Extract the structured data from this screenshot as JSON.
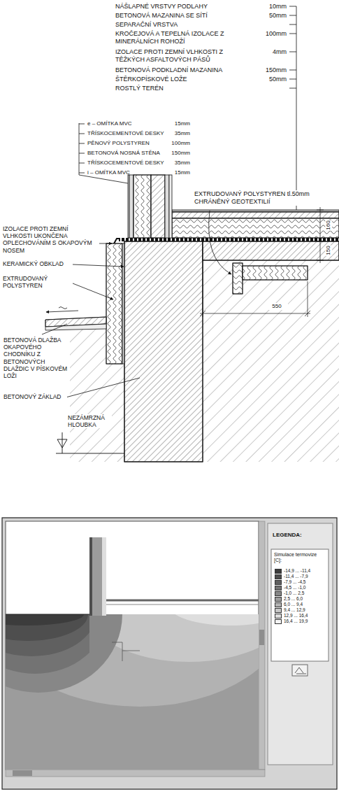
{
  "diagram": {
    "labels": [
      "NÁŠLAPNÉ VRSTVY PODLAHY",
      "10mm",
      "BETONOVÁ MAZANINA SE SÍTÍ",
      "50mm",
      "SEPARAČNÍ VRSTVA",
      "KROČEJOVÁ A TEPELNÁ IZOLACE Z MINERÁLNÍCH ROHOŽÍ",
      "100mm",
      "IZOLACE PROTI ZEMNÍ VLHKOSTI Z TĚŽKÝCH ASFALTOVÝCH PÁSŮ",
      "4mm",
      "BETONOVÁ PODKLADNÍ MAZANINA",
      "150mm",
      "ŠTĚRKOPÍSKOVÉ LOŽE",
      "50mm",
      "ROSTLÝ TERÉN",
      "e – OMÍTKA MVC",
      "15mm",
      "TŘÍSKOCEMENTOVÉ DESKY",
      "35mm",
      "PĚNOVÝ POLYSTYREN",
      "100mm",
      "BETONOVÁ NOSNÁ STĚNA",
      "150mm",
      "TŘÍSKOCEMENTOVÉ DESKY",
      "35mm",
      "i – OMÍTKA MVC",
      "15mm",
      "EXTRUDOVANÝ POLYSTYREN tl.50mm CHRÁNĚNÝ GEOTEXTILIÍ",
      "160",
      "150",
      "550",
      "IZOLACE PROTI ZEMNÍ VLHKOSTI UKONČENA OPLECHOVÁNÍM S OKAPOVÝM NOSEM",
      "KERAMICKÝ OBKLAD",
      "EXTRUDOVANÝ POLYSTYREN",
      "BETONOVÁ DLAŽBA OKAPOVÉHO CHODNÍKU Z BETONOVÝCH DLAŽDIC V PÍSKOVÉM LOŽI",
      "BETONOVÝ ZÁKLAD",
      "NEZÁMRZNÁ HLOUBKA",
      "LEGENDA:",
      "Simulace termovize [C]:"
    ],
    "legend": [
      {
        "text": "-14,9 ... -11,4",
        "color": "#3c3c3c"
      },
      {
        "text": "-11,4 ... -7,9",
        "color": "#4e4e4e"
      },
      {
        "text": "-7,9 ... -4,5",
        "color": "#606060"
      },
      {
        "text": "-4,5 ... -1,0",
        "color": "#737373"
      },
      {
        "text": "-1,0 ... 2,5",
        "color": "#878787"
      },
      {
        "text": "2,5 ... 6,0",
        "color": "#9c9c9c"
      },
      {
        "text": "6,0 ... 9,4",
        "color": "#b2b2b2"
      },
      {
        "text": "9,4 ... 12,9",
        "color": "#c8c8c8"
      },
      {
        "text": "12,9 ... 16,4",
        "color": "#dedede"
      },
      {
        "text": "16,4 ... 19,9",
        "color": "#f4f4f4"
      }
    ]
  }
}
